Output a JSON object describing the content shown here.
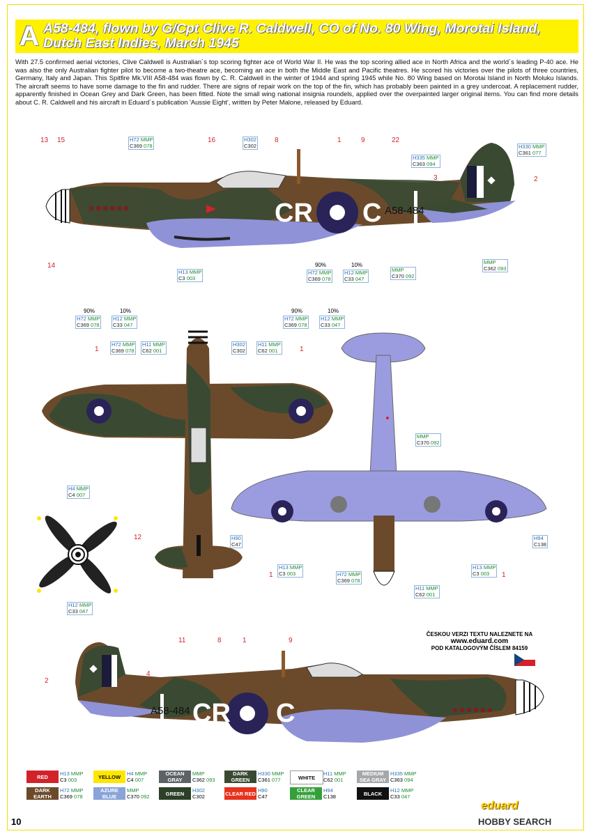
{
  "header": {
    "letter": "A",
    "title": "A58-484, flown by G/Cpt Clive R. Caldwell, CO of No. 80 Wing, Morotai Island, Dutch East Indies, March 1945"
  },
  "description": "With 27.5 confirmed aerial victories, Clive Caldwell is Australian´s top scoring fighter ace of World War II. He was the top scoring allied ace in North Africa and the world´s leading P-40 ace. He was also the only Australian fighter pilot to become a two-theatre ace, becoming an ace in both the Middle East and Pacific theatres. He scored his victories over the pilots of three countries, Germany, Italy and Japan. This Spitfire Mk.VIII A58-484 was flown by C. R. Caldwell in the winter of 1944 and spring 1945 while No. 80 Wing based on Morotai Island in North Moluku Islands. The aircraft seems to have some damage to the fin and rudder. There are signs of repair work on the top of the fin, which has probably been painted in a grey undercoat. A replacement rudder, apparently finished in Ocean Grey and Dark Green, has been fitted. Note the small wing national insignia roundels, applied over the overpainted larger original items. You can find more details about C. R. Caldwell and his aircraft in Eduard´s publication 'Aussie Eight', written by Peter Malone, released by Eduard.",
  "markings": {
    "code_left": "CR",
    "code_right": "C",
    "serial": "A58-484"
  },
  "percent": {
    "p90": "90%",
    "p10": "10%"
  },
  "colors": {
    "h72_c369": {
      "h": "H72",
      "m": "MMP",
      "c": "C369",
      "mm": "078"
    },
    "h12_c33": {
      "h": "H12",
      "m": "MMP",
      "c": "C33",
      "mm": "047"
    },
    "h11_c62": {
      "h": "H11",
      "m": "MMP",
      "c": "C62",
      "mm": "001"
    },
    "h302_c302": {
      "h": "H302",
      "c": "C302"
    },
    "h335_c363": {
      "h": "H335",
      "m": "MMP",
      "c": "C363",
      "mm": "094"
    },
    "h330_c361": {
      "h": "H330",
      "m": "MMP",
      "c": "C361",
      "mm": "077"
    },
    "h13_c3": {
      "h": "H13",
      "m": "MMP",
      "c": "C3",
      "mm": "003"
    },
    "c370": {
      "m": "MMP",
      "c": "C370",
      "mm": "092"
    },
    "c362": {
      "m": "MMP",
      "c": "C362",
      "mm": "093"
    },
    "h4_c4": {
      "h": "H4",
      "m": "MMP",
      "c": "C4",
      "mm": "007"
    },
    "h90_c47": {
      "h": "H90",
      "c": "C47"
    },
    "h94_c138": {
      "h": "H94",
      "c": "C138"
    }
  },
  "numbers": {
    "n1": "1",
    "n2": "2",
    "n3": "3",
    "n4": "4",
    "n8": "8",
    "n9": "9",
    "n11": "11",
    "n12": "12",
    "n13": "13",
    "n14": "14",
    "n15": "15",
    "n16": "16",
    "n22": "22"
  },
  "czech": {
    "line1": "ČESKOU VERZI TEXTU NALEZNETE NA",
    "line2": "www.eduard.com",
    "line3": "POD KATALOGOVÝM ČÍSLEM 84159"
  },
  "legend": [
    {
      "name": "RED",
      "color": "#d2232a",
      "text_color": "#fff",
      "h": "H13",
      "m": "MMP",
      "c": "C3",
      "mm": "003"
    },
    {
      "name": "YELLOW",
      "color": "#ffe600",
      "text_color": "#111",
      "h": "H4",
      "m": "MMP",
      "c": "C4",
      "mm": "007"
    },
    {
      "name": "OCEAN GRAY",
      "color": "#5d6266",
      "text_color": "#fff",
      "h": "",
      "m": "MMP",
      "c": "C362",
      "mm": "093"
    },
    {
      "name": "DARK GREEN",
      "color": "#3a4a32",
      "text_color": "#fff",
      "h": "H330",
      "m": "MMP",
      "c": "C361",
      "mm": "077"
    },
    {
      "name": "WHITE",
      "color": "#ffffff",
      "text_color": "#111",
      "h": "H11",
      "m": "MMP",
      "c": "C62",
      "mm": "001"
    },
    {
      "name": "MEDIUM SEA GRAY",
      "color": "#a5a8ab",
      "text_color": "#fff",
      "h": "H335",
      "m": "MMP",
      "c": "C363",
      "mm": "094"
    },
    {
      "name": "DARK EARTH",
      "color": "#6b4a2b",
      "text_color": "#fff",
      "h": "H72",
      "m": "MMP",
      "c": "C369",
      "mm": "078"
    },
    {
      "name": "AZURE BLUE",
      "color": "#8aa3d8",
      "text_color": "#fff",
      "h": "",
      "m": "MMP",
      "c": "C370",
      "mm": "092"
    },
    {
      "name": "GREEN",
      "color": "#2c3f27",
      "text_color": "#fff",
      "h": "H302",
      "m": "",
      "c": "C302",
      "mm": ""
    },
    {
      "name": "CLEAR RED",
      "color": "#e8321e",
      "text_color": "#fff",
      "h": "H90",
      "m": "",
      "c": "C47",
      "mm": ""
    },
    {
      "name": "CLEAR GREEN",
      "color": "#35a03a",
      "text_color": "#fff",
      "h": "H94",
      "m": "",
      "c": "C138",
      "mm": ""
    },
    {
      "name": "BLACK",
      "color": "#111111",
      "text_color": "#fff",
      "h": "H12",
      "m": "MMP",
      "c": "C33",
      "mm": "047"
    }
  ],
  "footer": {
    "page": "10",
    "brand": "eduard",
    "watermark": "HOBBY SEARCH"
  }
}
